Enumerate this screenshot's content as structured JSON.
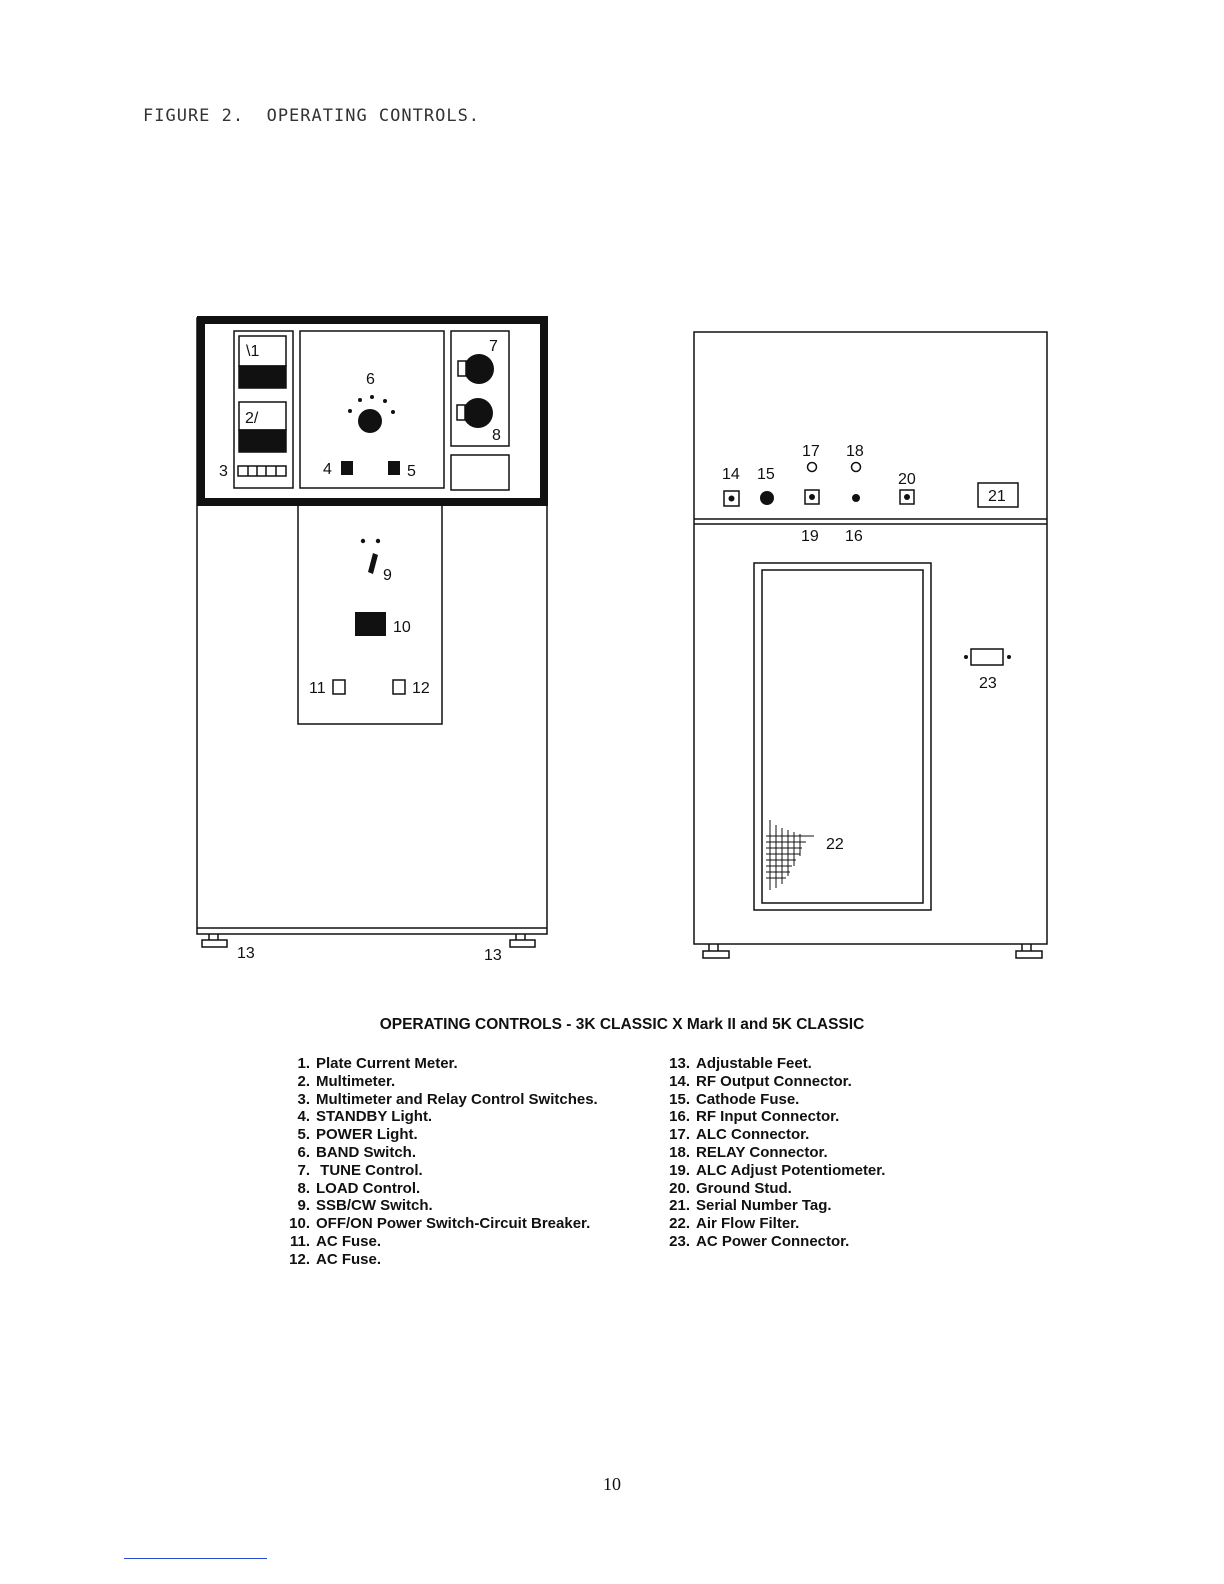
{
  "figure_title": "FIGURE 2.  OPERATING CONTROLS.",
  "caption": "OPERATING CONTROLS - 3K CLASSIC X Mark II and 5K CLASSIC",
  "front_panel": {
    "meter1_glyph": "\\1",
    "meter2_glyph": "2/",
    "callouts": {
      "c1": "1",
      "c2": "2",
      "c3": "3",
      "c4": "4",
      "c5": "5",
      "c6": "6",
      "c7": "7",
      "c8": "8",
      "c9": "9",
      "c10": "10",
      "c11": "11",
      "c12": "12",
      "c13a": "13",
      "c13b": "13"
    }
  },
  "rear_panel": {
    "callouts": {
      "c14": "14",
      "c15": "15",
      "c16": "16",
      "c17": "17",
      "c18": "18",
      "c19": "19",
      "c20": "20",
      "c21": "21",
      "c22": "22",
      "c23": "23"
    }
  },
  "legend_left": [
    {
      "num": "1.",
      "text": "Plate Current Meter."
    },
    {
      "num": "2.",
      "text": "Multimeter."
    },
    {
      "num": "3.",
      "text": "Multimeter and Relay Control Switches."
    },
    {
      "num": "4.",
      "text": "STANDBY Light."
    },
    {
      "num": "5.",
      "text": "POWER Light."
    },
    {
      "num": "6.",
      "text": "BAND Switch."
    },
    {
      "num": "7.",
      "text": " TUNE Control."
    },
    {
      "num": "8.",
      "text": "LOAD Control."
    },
    {
      "num": "9.",
      "text": "SSB/CW Switch."
    },
    {
      "num": "10.",
      "text": "OFF/ON Power Switch-Circuit Breaker."
    },
    {
      "num": "11.",
      "text": "AC Fuse."
    },
    {
      "num": "12.",
      "text": "AC Fuse."
    }
  ],
  "legend_right": [
    {
      "num": "13.",
      "text": "Adjustable Feet."
    },
    {
      "num": "14.",
      "text": "RF Output Connector."
    },
    {
      "num": "15.",
      "text": "Cathode Fuse."
    },
    {
      "num": "16.",
      "text": "RF Input Connector."
    },
    {
      "num": "17.",
      "text": "ALC Connector."
    },
    {
      "num": "18.",
      "text": "RELAY Connector."
    },
    {
      "num": "19.",
      "text": "ALC Adjust Potentiometer."
    },
    {
      "num": "20.",
      "text": "Ground Stud."
    },
    {
      "num": "21.",
      "text": "Serial Number Tag."
    },
    {
      "num": "22.",
      "text": "Air Flow Filter."
    },
    {
      "num": "23.",
      "text": "AC Power Connector."
    }
  ],
  "page_number": "10"
}
